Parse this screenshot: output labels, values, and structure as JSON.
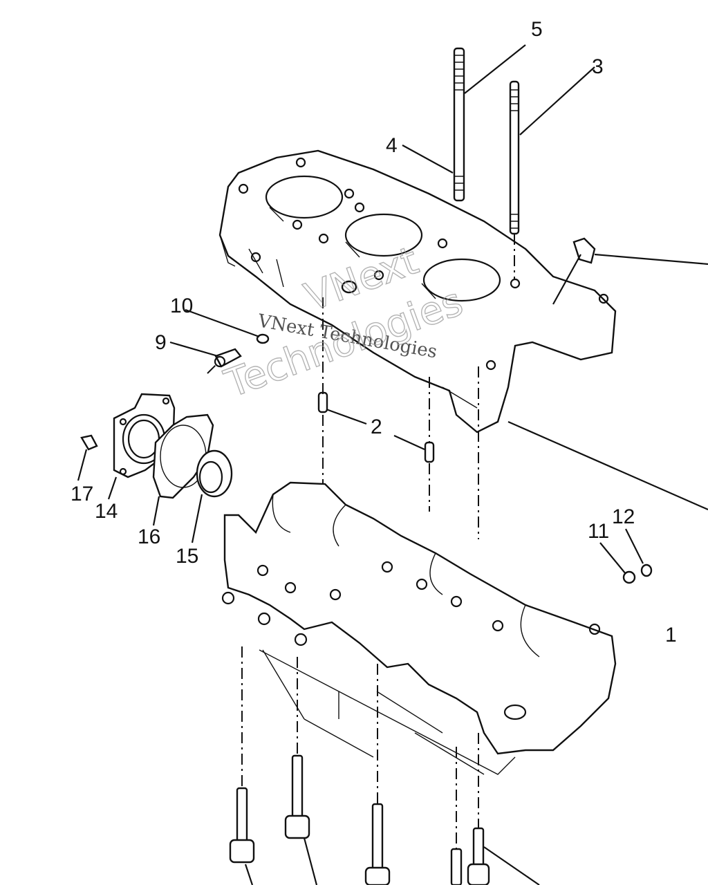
{
  "diagram": {
    "callouts": [
      {
        "id": "c1",
        "label": "1"
      },
      {
        "id": "c2",
        "label": "2"
      },
      {
        "id": "c3",
        "label": "3"
      },
      {
        "id": "c4",
        "label": "4"
      },
      {
        "id": "c5",
        "label": "5"
      },
      {
        "id": "c9",
        "label": "9"
      },
      {
        "id": "c10",
        "label": "10"
      },
      {
        "id": "c11",
        "label": "11"
      },
      {
        "id": "c12",
        "label": "12"
      },
      {
        "id": "c14",
        "label": "14"
      },
      {
        "id": "c15",
        "label": "15"
      },
      {
        "id": "c16",
        "label": "16"
      },
      {
        "id": "c17",
        "label": "17"
      }
    ],
    "watermark": {
      "line1": "VNext Technologies",
      "line2": "VNext",
      "line3": "Technologies"
    }
  }
}
